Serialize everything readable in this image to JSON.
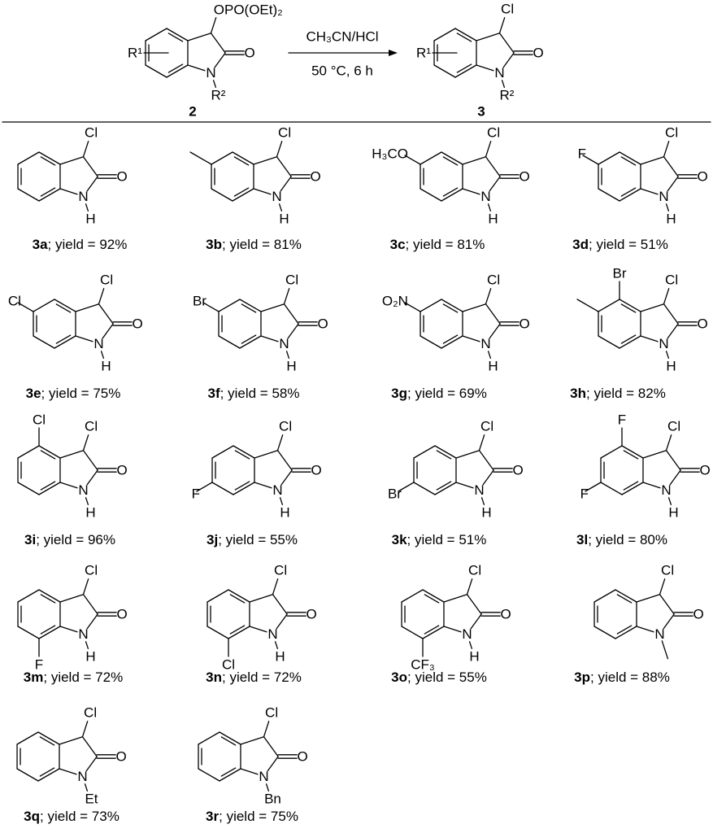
{
  "scheme": {
    "reactant": {
      "id": "2",
      "r1": "R¹",
      "r2": "R²",
      "c3_group": "OPO(OEt)₂",
      "carbonyl_o": "O",
      "n": "N"
    },
    "conditions": {
      "reagents": "CH₃CN/HCl",
      "temp_time": "50 °C, 6 h"
    },
    "product": {
      "id": "3",
      "r1": "R¹",
      "r2": "R²",
      "c3_group": "Cl",
      "carbonyl_o": "O",
      "n": "N"
    }
  },
  "compounds": [
    {
      "id": "3a",
      "yield_text": "; yield = 92%",
      "c3": "Cl",
      "o": "O",
      "n": "N",
      "n_sub": "H",
      "subs": []
    },
    {
      "id": "3b",
      "yield_text": "; yield = 81%",
      "c3": "Cl",
      "o": "O",
      "n": "N",
      "n_sub": "H",
      "subs": [
        {
          "pos": 5,
          "label": ""
        }
      ]
    },
    {
      "id": "3c",
      "yield_text": "; yield = 81%",
      "c3": "Cl",
      "o": "O",
      "n": "N",
      "n_sub": "H",
      "subs": [
        {
          "pos": 5,
          "label": "H₃CO"
        }
      ]
    },
    {
      "id": "3d",
      "yield_text": "; yield = 51%",
      "c3": "Cl",
      "o": "O",
      "n": "N",
      "n_sub": "H",
      "subs": [
        {
          "pos": 5,
          "label": "F"
        }
      ]
    },
    {
      "id": "3e",
      "yield_text": "; yield = 75%",
      "c3": "Cl",
      "o": "O",
      "n": "N",
      "n_sub": "H",
      "subs": [
        {
          "pos": 5,
          "label": "Cl"
        }
      ]
    },
    {
      "id": "3f",
      "yield_text": "; yield = 58%",
      "c3": "Cl",
      "o": "O",
      "n": "N",
      "n_sub": "H",
      "subs": [
        {
          "pos": 5,
          "label": "Br"
        }
      ]
    },
    {
      "id": "3g",
      "yield_text": "; yield = 69%",
      "c3": "Cl",
      "o": "O",
      "n": "N",
      "n_sub": "H",
      "subs": [
        {
          "pos": 5,
          "label": "O₂N"
        }
      ]
    },
    {
      "id": "3h",
      "yield_text": "; yield = 82%",
      "c3": "Cl",
      "o": "O",
      "n": "N",
      "n_sub": "H",
      "subs": [
        {
          "pos": 4,
          "label": "Br"
        },
        {
          "pos": 5,
          "label": ""
        }
      ]
    },
    {
      "id": "3i",
      "yield_text": "; yield = 96%",
      "c3": "Cl",
      "o": "O",
      "n": "N",
      "n_sub": "H",
      "subs": [
        {
          "pos": 4,
          "label": "Cl"
        }
      ]
    },
    {
      "id": "3j",
      "yield_text": "; yield = 55%",
      "c3": "Cl",
      "o": "O",
      "n": "N",
      "n_sub": "H",
      "subs": [
        {
          "pos": 6,
          "label": "F"
        }
      ]
    },
    {
      "id": "3k",
      "yield_text": "; yield = 51%",
      "c3": "Cl",
      "o": "O",
      "n": "N",
      "n_sub": "H",
      "subs": [
        {
          "pos": 6,
          "label": "Br"
        }
      ]
    },
    {
      "id": "3l",
      "yield_text": "; yield = 80%",
      "c3": "Cl",
      "o": "O",
      "n": "N",
      "n_sub": "H",
      "subs": [
        {
          "pos": 4,
          "label": "F"
        },
        {
          "pos": 6,
          "label": "F"
        }
      ]
    },
    {
      "id": "3m",
      "yield_text": "; yield = 72%",
      "c3": "Cl",
      "o": "O",
      "n": "N",
      "n_sub": "H",
      "subs": [
        {
          "pos": 7,
          "label": "F"
        }
      ]
    },
    {
      "id": "3n",
      "yield_text": "; yield = 72%",
      "c3": "Cl",
      "o": "O",
      "n": "N",
      "n_sub": "H",
      "subs": [
        {
          "pos": 7,
          "label": "Cl"
        }
      ]
    },
    {
      "id": "3o",
      "yield_text": "; yield = 55%",
      "c3": "Cl",
      "o": "O",
      "n": "N",
      "n_sub": "H",
      "subs": [
        {
          "pos": 7,
          "label": "CF₃"
        }
      ]
    },
    {
      "id": "3p",
      "yield_text": "; yield = 88%",
      "c3": "Cl",
      "o": "O",
      "n": "N",
      "n_sub": "",
      "subs": []
    },
    {
      "id": "3q",
      "yield_text": "; yield = 73%",
      "c3": "Cl",
      "o": "O",
      "n": "N",
      "n_sub": "Et",
      "subs": []
    },
    {
      "id": "3r",
      "yield_text": "; yield = 75%",
      "c3": "Cl",
      "o": "O",
      "n": "N",
      "n_sub": "Bn",
      "subs": []
    }
  ]
}
